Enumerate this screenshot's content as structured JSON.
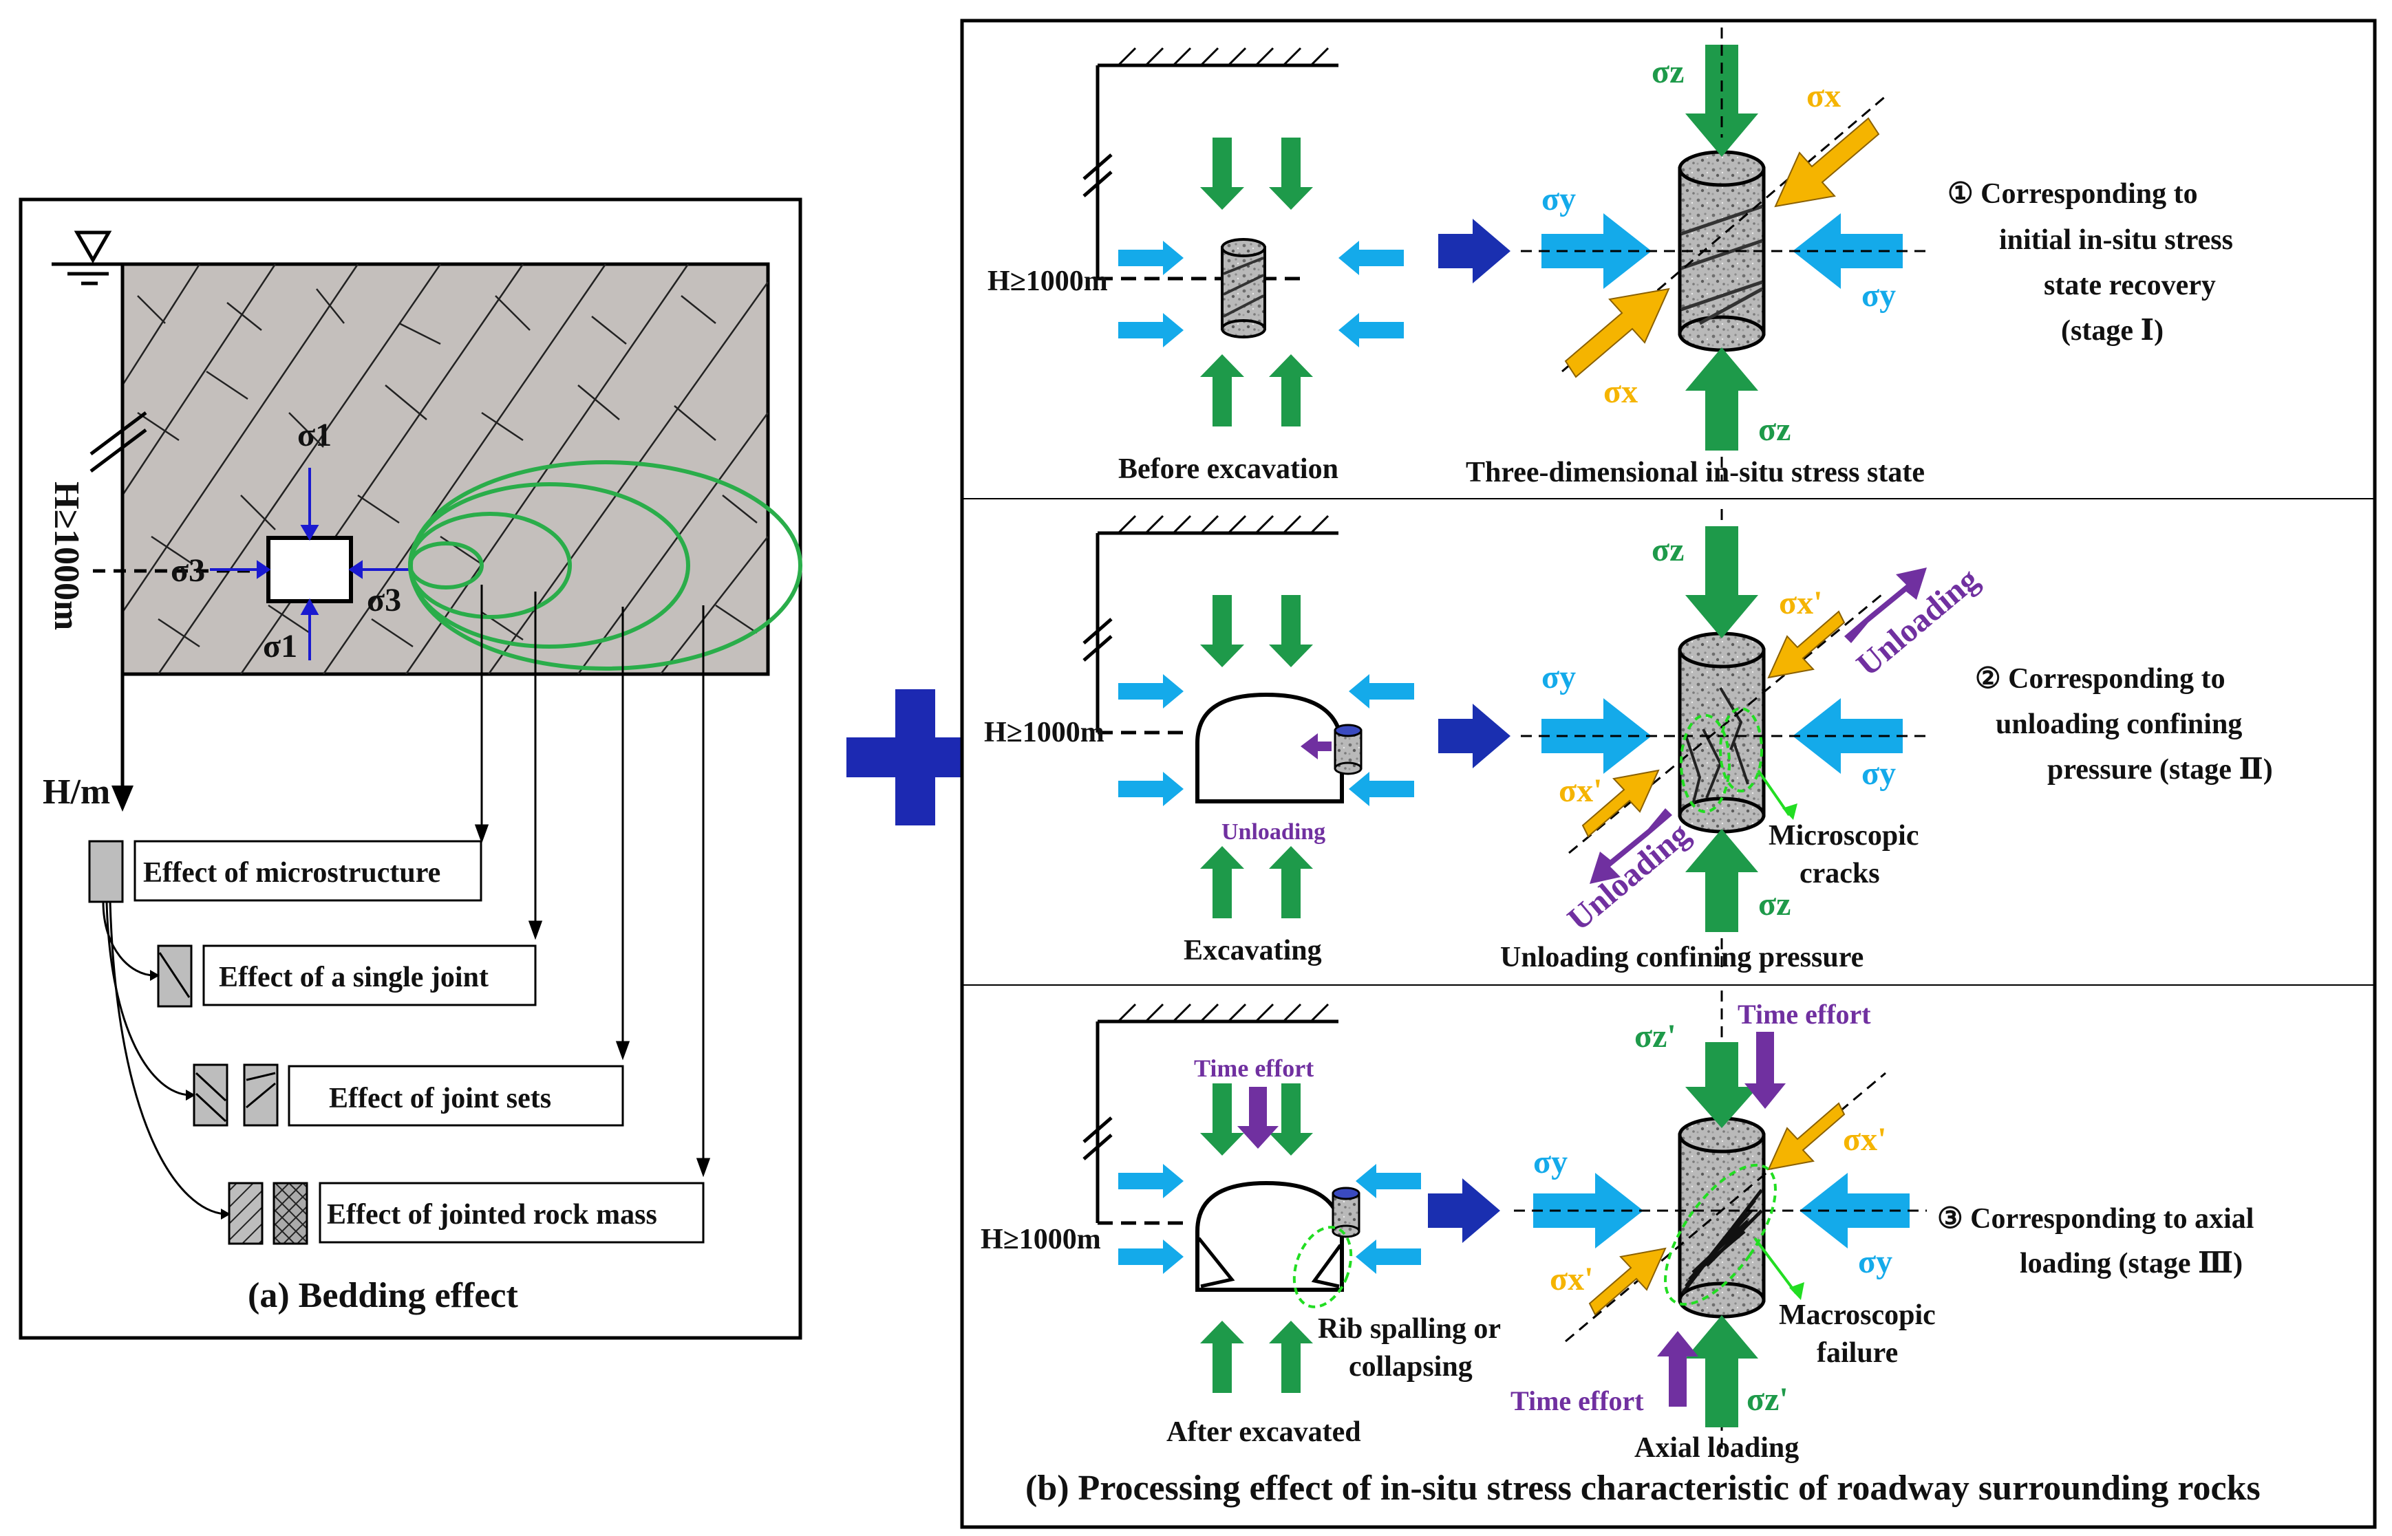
{
  "panel_a": {
    "depth_label": "H≥1000m",
    "axis_label": "H/m",
    "sigma1_top": "σ1",
    "sigma1_bottom": "σ1",
    "sigma3_left": "σ3",
    "sigma3_right": "σ3",
    "effects": [
      "Effect of microstructure",
      "Effect of a single joint",
      "Effect of joint sets",
      "Effect of jointed rock mass"
    ],
    "caption": "(a) Bedding effect"
  },
  "panel_b": {
    "caption": "(b) Processing effect of in-situ stress characteristic of roadway surrounding rocks",
    "row1": {
      "depth": "H≥1000m",
      "left_label": "Before excavation",
      "right_label": "Three-dimensional in-situ stress state",
      "stage": [
        "① Corresponding to",
        "initial in-situ stress",
        "state recovery",
        "(stage Ⅰ)"
      ],
      "sz_top": "σz",
      "sz_bottom": "σz",
      "sx_top": "σx",
      "sx_bottom": "σx",
      "sy_left": "σy",
      "sy_right": "σy"
    },
    "row2": {
      "depth": "H≥1000m",
      "left_label": "Excavating",
      "right_label": "Unloading confining pressure",
      "unloading_small": "Unloading",
      "unloading_1": "Unloading",
      "unloading_2": "Unloading",
      "cracks": [
        "Microscopic",
        "cracks"
      ],
      "stage": [
        "② Corresponding to",
        "unloading confining",
        "pressure (stage Ⅱ)"
      ],
      "sz_top": "σz",
      "sz_bottom": "σz",
      "sx_top": "σx'",
      "sx_bottom": "σx'",
      "sy_left": "σy",
      "sy_right": "σy"
    },
    "row3": {
      "depth": "H≥1000m",
      "left_label": "After excavated",
      "right_label": "Axial loading",
      "time_left": "Time effort",
      "time_top": "Time effort",
      "time_bottom": "Time effort",
      "rib": [
        "Rib spalling or",
        "collapsing"
      ],
      "failure": [
        "Macroscopic",
        "failure"
      ],
      "stage": [
        "③ Corresponding to axial",
        "loading (stage Ⅲ)"
      ],
      "sz_top": "σz'",
      "sz_bottom": "σz'",
      "sx_top": "σx'",
      "sx_bottom": "σx'",
      "sy_left": "σy",
      "sy_right": "σy"
    }
  },
  "colors": {
    "green": "#1e9a4a",
    "sky": "#14aaea",
    "orange": "#f5b400",
    "navy": "#1a2fb0",
    "purple": "#7030a0",
    "lime": "#22dd22",
    "rock": "#c4bfbc",
    "ring": "#2aad4a"
  }
}
